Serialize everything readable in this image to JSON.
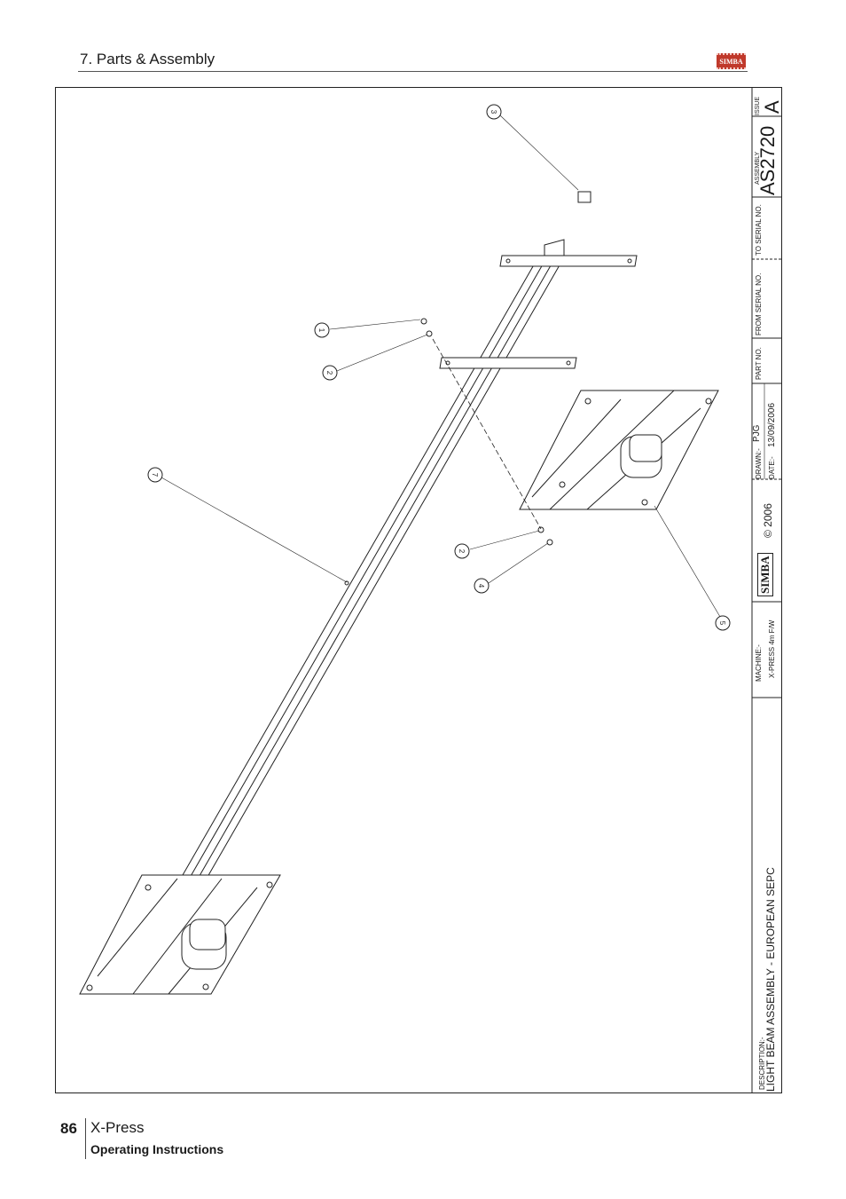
{
  "header": {
    "section_title": "7. Parts & Assembly",
    "logo_text": "SIMBA"
  },
  "drawing": {
    "balloons": [
      "3",
      "1",
      "2",
      "7",
      "2",
      "4",
      "5"
    ]
  },
  "title_block": {
    "issue_label": "ISSUE",
    "issue_value": "A",
    "assembly_label": "ASSEMBLY",
    "assembly_value": "AS2720",
    "to_serial_label": "TO SERIAL NO.",
    "from_serial_label": "FROM SERIAL NO.",
    "part_no_label": "PART NO.",
    "drawn_label": "DRAWN:-",
    "drawn_value": "PJG",
    "date_label": "DATE:-",
    "date_value": "13/09/2006",
    "logo_text": "SIMBA",
    "copyright": "© 2006",
    "machine_label": "MACHINE:-",
    "machine_value": "X-PRESS 4m F/W",
    "description_label": "DESCRIPTION:-",
    "description_value": "LIGHT BEAM ASSEMBLY - EUROPEAN SEPC"
  },
  "footer": {
    "page_number": "86",
    "product": "X-Press",
    "subtitle": "Operating Instructions"
  },
  "colors": {
    "logo_red": "#c0392b",
    "line": "#222222"
  }
}
